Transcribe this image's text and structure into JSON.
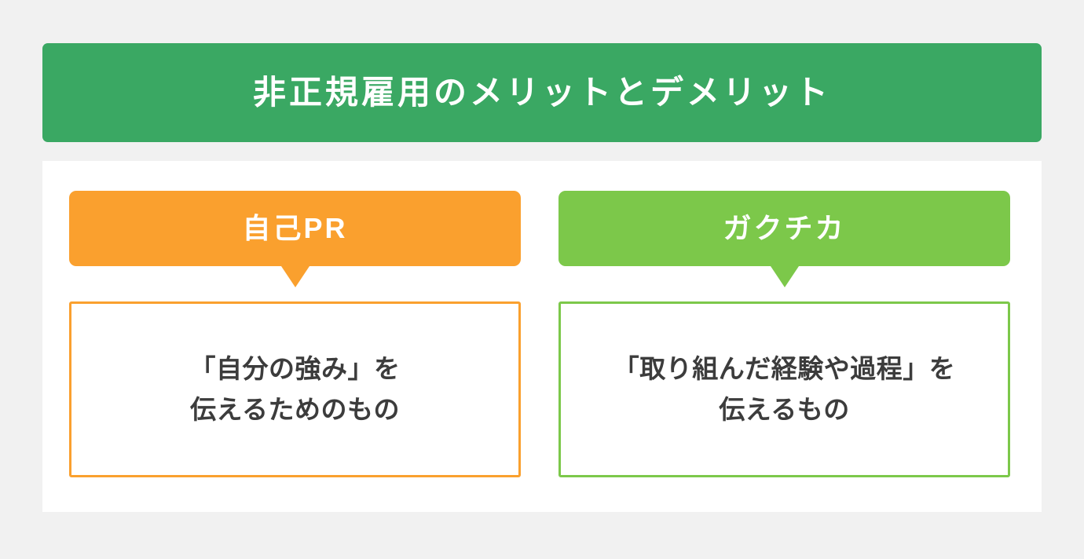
{
  "background_color": "#f1f1f1",
  "card_color": "#ffffff",
  "header": {
    "title": "非正規雇用のメリットとデメリット",
    "background_color": "#3aa863",
    "text_color": "#ffffff"
  },
  "columns": [
    {
      "accent_color": "#faa02e",
      "label": "自己PR",
      "label_text_color": "#ffffff",
      "body": "「自分の強み」を\n伝えるためのもの",
      "body_text_color": "#3c3c3c"
    },
    {
      "accent_color": "#7cc84a",
      "label": "ガクチカ",
      "label_text_color": "#ffffff",
      "body": "「取り組んだ経験や過程」を\n伝えるもの",
      "body_text_color": "#3c3c3c"
    }
  ]
}
